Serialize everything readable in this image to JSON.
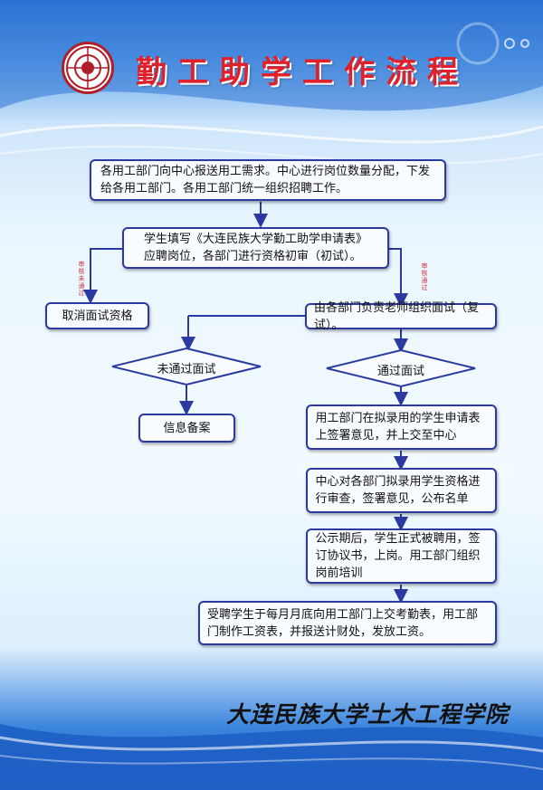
{
  "title": "勤工助学工作流程",
  "footer": "大连民族大学土木工程学院",
  "colors": {
    "title": "#e0202a",
    "box_border": "#2a3aa0",
    "arrow": "#2a3aa0",
    "note": "#d23040"
  },
  "steps": {
    "s1": "各用工部门向中心报送用工需求。中心进行岗位数量分配，下发给各用工部门。各用工部门统一组织招聘工作。",
    "s2_line1": "学生填写《大连民族大学勤工助学申请表》",
    "s2_line2": "应聘岗位，各部门进行资格初审（初试）。",
    "cancel": "取消面试资格",
    "interview": "由各部门负责老师组织面试（复试）。",
    "fail": "未通过面试",
    "pass": "通过面试",
    "record": "信息备案",
    "s5": "用工部门在拟录用的学生申请表上签署意见，并上交至中心",
    "s6": "中心对各部门拟录用学生资格进行审查，签署意见，公布名单",
    "s7": "公示期后，学生正式被聘用，签订协议书，上岗。用工部门组织岗前培训",
    "s8": "受聘学生于每月月底向用工部门上交考勤表，用工部门制作工资表，并报送计财处，发放工资。"
  },
  "notes": {
    "left": "审核未通过",
    "right": "审核通过"
  }
}
